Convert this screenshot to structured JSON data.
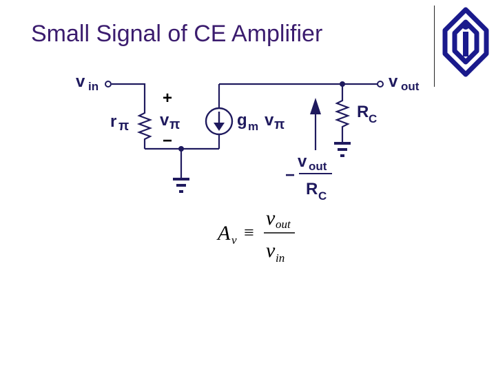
{
  "slide": {
    "title": "Small Signal of CE Amplifier"
  },
  "logo": {
    "icon": "institution-emblem-icon",
    "color": "#1a1a8c"
  },
  "circuit": {
    "vin_main": "v",
    "vin_sub": "in",
    "vout_main": "v",
    "vout_sub": "out",
    "rpi_main": "r",
    "rpi_sub": "π",
    "plus": "+",
    "minus": "−",
    "vpi_main": "v",
    "vpi_sub": "π",
    "gm_main": "g",
    "gm_sub": "m",
    "gm_v": "v",
    "gm_vsub": "π",
    "rc_main": "R",
    "rc_sub": "C",
    "current_sign": "−",
    "current_num_main": "v",
    "current_num_sub": "out",
    "current_den_main": "R",
    "current_den_sub": "C"
  },
  "equation": {
    "lhs_main": "A",
    "lhs_sub": "v",
    "operator": "≡",
    "num_main": "v",
    "num_sub": "out",
    "den_main": "v",
    "den_sub": "in"
  },
  "colors": {
    "title": "#3b1c6e",
    "labels": "#1f1a5e",
    "wires": "#1f1a5e"
  }
}
